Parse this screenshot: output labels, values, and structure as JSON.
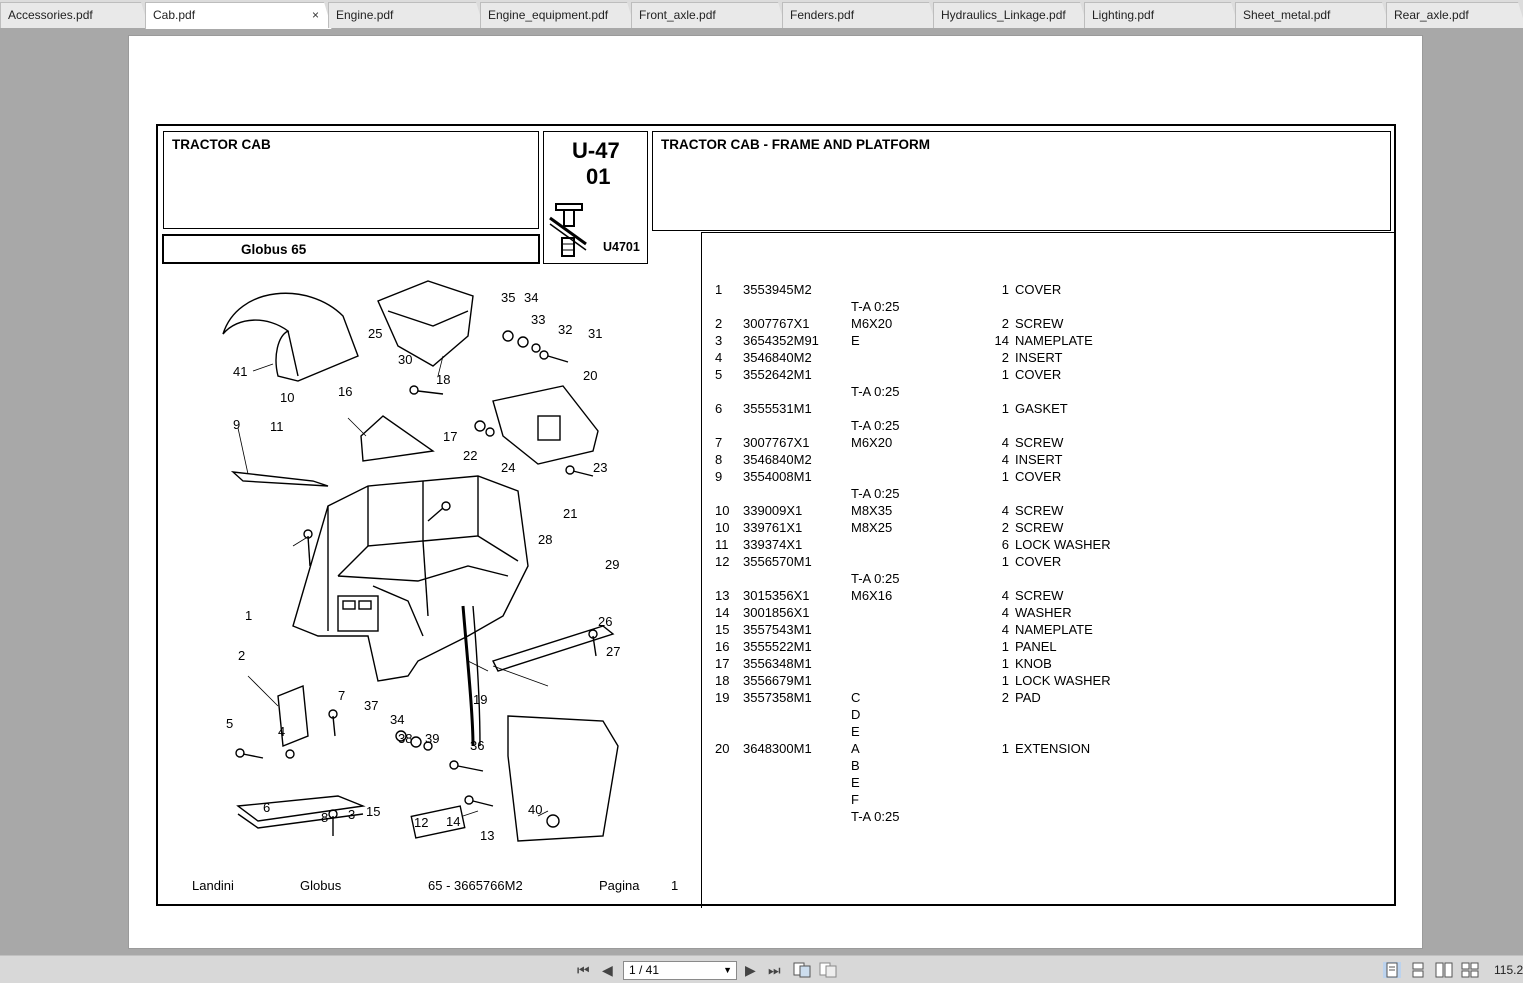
{
  "tabs": [
    {
      "label": "Accessories.pdf",
      "active": false
    },
    {
      "label": "Cab.pdf",
      "active": true
    },
    {
      "label": "Engine.pdf",
      "active": false
    },
    {
      "label": "Engine_equipment.pdf",
      "active": false
    },
    {
      "label": "Front_axle.pdf",
      "active": false
    },
    {
      "label": "Fenders.pdf",
      "active": false
    },
    {
      "label": "Hydraulics_Linkage.pdf",
      "active": false
    },
    {
      "label": "Lighting.pdf",
      "active": false
    },
    {
      "label": "Sheet_metal.pdf",
      "active": false
    },
    {
      "label": "Rear_axle.pdf",
      "active": false
    }
  ],
  "tab_close_symbol": "×",
  "doc": {
    "group_title": "TRACTOR CAB",
    "model": "Globus 65",
    "code_line1": "U-47",
    "code_line2": "01",
    "fig_code": "U4701",
    "section_title": "TRACTOR CAB - FRAME AND PLATFORM",
    "footer": {
      "brand": "Landini",
      "series": "Globus",
      "ref": "65 - 3665766M2",
      "page_label": "Pagina",
      "page_num": "1"
    },
    "callouts": [
      "35",
      "34",
      "33",
      "32",
      "31",
      "25",
      "41",
      "30",
      "18",
      "20",
      "10",
      "16",
      "9",
      "11",
      "17",
      "22",
      "24",
      "23",
      "21",
      "28",
      "29",
      "1",
      "26",
      "27",
      "2",
      "19",
      "7",
      "37",
      "34",
      "4",
      "38",
      "39",
      "36",
      "5",
      "6",
      "8",
      "3",
      "15",
      "12",
      "14",
      "13",
      "40"
    ]
  },
  "parts": [
    {
      "ref": "1",
      "part": "3553945M2",
      "note": "",
      "qty": "1",
      "desc": "COVER"
    },
    {
      "ref": "",
      "part": "",
      "note": "T-A 0:25",
      "qty": "",
      "desc": ""
    },
    {
      "ref": "2",
      "part": "3007767X1",
      "note": "M6X20",
      "qty": "2",
      "desc": "SCREW"
    },
    {
      "ref": "3",
      "part": "3654352M91",
      "note": "E",
      "qty": "14",
      "desc": "NAMEPLATE"
    },
    {
      "ref": "4",
      "part": "3546840M2",
      "note": "",
      "qty": "2",
      "desc": "INSERT"
    },
    {
      "ref": "5",
      "part": "3552642M1",
      "note": "",
      "qty": "1",
      "desc": "COVER"
    },
    {
      "ref": "",
      "part": "",
      "note": "T-A 0:25",
      "qty": "",
      "desc": ""
    },
    {
      "ref": "6",
      "part": "3555531M1",
      "note": "",
      "qty": "1",
      "desc": "GASKET"
    },
    {
      "ref": "",
      "part": "",
      "note": "T-A 0:25",
      "qty": "",
      "desc": ""
    },
    {
      "ref": "7",
      "part": "3007767X1",
      "note": "M6X20",
      "qty": "4",
      "desc": "SCREW"
    },
    {
      "ref": "8",
      "part": "3546840M2",
      "note": "",
      "qty": "4",
      "desc": "INSERT"
    },
    {
      "ref": "9",
      "part": "3554008M1",
      "note": "",
      "qty": "1",
      "desc": "COVER"
    },
    {
      "ref": "",
      "part": "",
      "note": "T-A 0:25",
      "qty": "",
      "desc": ""
    },
    {
      "ref": "10",
      "part": "339009X1",
      "note": "M8X35",
      "qty": "4",
      "desc": "SCREW"
    },
    {
      "ref": "10",
      "part": "339761X1",
      "note": "M8X25",
      "qty": "2",
      "desc": "SCREW"
    },
    {
      "ref": "11",
      "part": "339374X1",
      "note": "",
      "qty": "6",
      "desc": "LOCK WASHER"
    },
    {
      "ref": "12",
      "part": "3556570M1",
      "note": "",
      "qty": "1",
      "desc": "COVER"
    },
    {
      "ref": "",
      "part": "",
      "note": "T-A 0:25",
      "qty": "",
      "desc": ""
    },
    {
      "ref": "13",
      "part": "3015356X1",
      "note": "M6X16",
      "qty": "4",
      "desc": "SCREW"
    },
    {
      "ref": "14",
      "part": "3001856X1",
      "note": "",
      "qty": "4",
      "desc": "WASHER"
    },
    {
      "ref": "15",
      "part": "3557543M1",
      "note": "",
      "qty": "4",
      "desc": "NAMEPLATE"
    },
    {
      "ref": "16",
      "part": "3555522M1",
      "note": "",
      "qty": "1",
      "desc": "PANEL"
    },
    {
      "ref": "17",
      "part": "3556348M1",
      "note": "",
      "qty": "1",
      "desc": "KNOB"
    },
    {
      "ref": "18",
      "part": "3556679M1",
      "note": "",
      "qty": "1",
      "desc": "LOCK WASHER"
    },
    {
      "ref": "19",
      "part": "3557358M1",
      "note": "C",
      "qty": "2",
      "desc": "PAD"
    },
    {
      "ref": "",
      "part": "",
      "note": "D",
      "qty": "",
      "desc": ""
    },
    {
      "ref": "",
      "part": "",
      "note": "E",
      "qty": "",
      "desc": ""
    },
    {
      "ref": "20",
      "part": "3648300M1",
      "note": "A",
      "qty": "1",
      "desc": "EXTENSION"
    },
    {
      "ref": "",
      "part": "",
      "note": "B",
      "qty": "",
      "desc": ""
    },
    {
      "ref": "",
      "part": "",
      "note": "E",
      "qty": "",
      "desc": ""
    },
    {
      "ref": "",
      "part": "",
      "note": "F",
      "qty": "",
      "desc": ""
    },
    {
      "ref": "",
      "part": "",
      "note": "T-A 0:25",
      "qty": "",
      "desc": ""
    }
  ],
  "toolbar": {
    "page_field": "1 / 41",
    "zoom": "115.2",
    "icons": [
      "first-page-icon",
      "prev-page-icon",
      "next-page-icon",
      "last-page-icon",
      "fit-page-icon",
      "fit-width-icon",
      "single-page-icon",
      "continuous-icon",
      "facing-icon",
      "continuous-facing-icon"
    ]
  }
}
